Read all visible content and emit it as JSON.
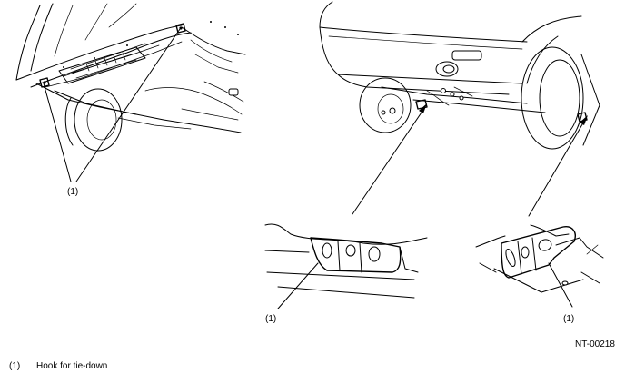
{
  "figure_code": "NT-00218",
  "callouts": {
    "front_left": "(1)",
    "rear_left_detail": "(1)",
    "rear_right_detail": "(1)"
  },
  "legend": [
    {
      "number": "(1)",
      "text": "Hook for tie-down"
    }
  ]
}
